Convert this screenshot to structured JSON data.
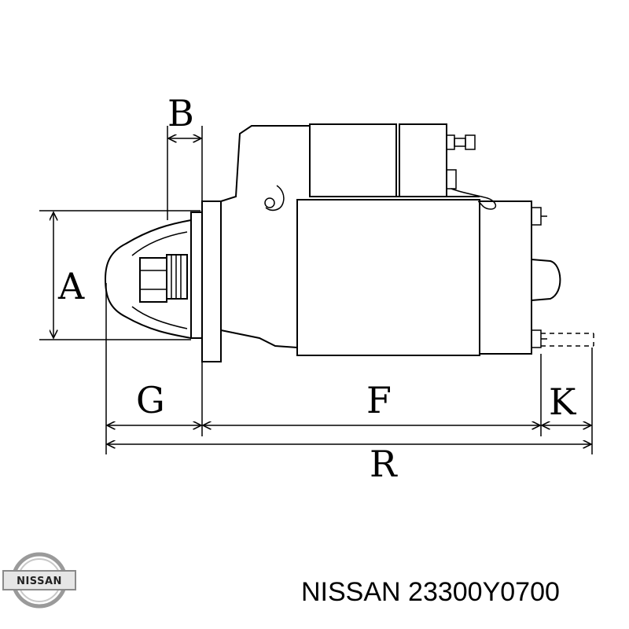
{
  "drawing": {
    "dimension_labels": {
      "a": "A",
      "b": "B",
      "g": "G",
      "f": "F",
      "k": "K",
      "r": "R"
    }
  },
  "footer": {
    "brand_logo_text": "NISSAN",
    "part_number_text": "NISSAN 23300Y0700"
  }
}
